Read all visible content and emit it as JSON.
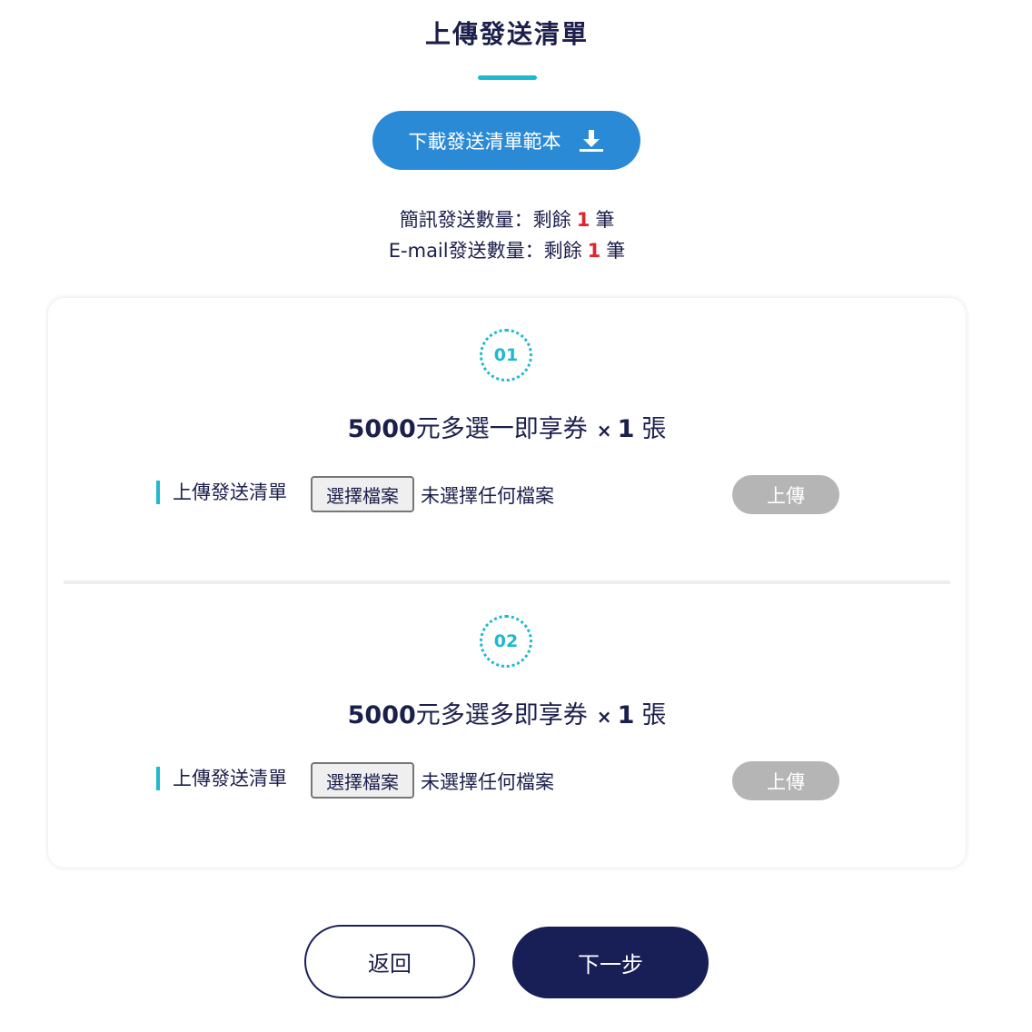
{
  "header": {
    "title": "上傳發送清單",
    "download_button_label": "下載發送清單範本",
    "download_icon": "download-icon"
  },
  "quota": {
    "sms_label": "簡訊發送數量：剩餘",
    "sms_remaining": "1",
    "sms_unit": "筆",
    "email_label": "E-mail發送數量：剩餘",
    "email_remaining": "1",
    "email_unit": "筆"
  },
  "items": [
    {
      "step": "01",
      "amount": "5000",
      "name": "元多選一即享券",
      "times": "×",
      "quantity": "1",
      "unit": "張",
      "upload_label": "上傳發送清單",
      "file_button_label": "選擇檔案",
      "file_status": "未選擇任何檔案",
      "upload_button_label": "上傳"
    },
    {
      "step": "02",
      "amount": "5000",
      "name": "元多選多即享券",
      "times": "×",
      "quantity": "1",
      "unit": "張",
      "upload_label": "上傳發送清單",
      "file_button_label": "選擇檔案",
      "file_status": "未選擇任何檔案",
      "upload_button_label": "上傳"
    }
  ],
  "footer": {
    "back_label": "返回",
    "next_label": "下一步"
  },
  "colors": {
    "accent_teal": "#1fb9cf",
    "primary_blue": "#2a8ad6",
    "navy": "#171f56",
    "highlight_red": "#e3232b",
    "disabled_gray": "#b5b5b5"
  }
}
